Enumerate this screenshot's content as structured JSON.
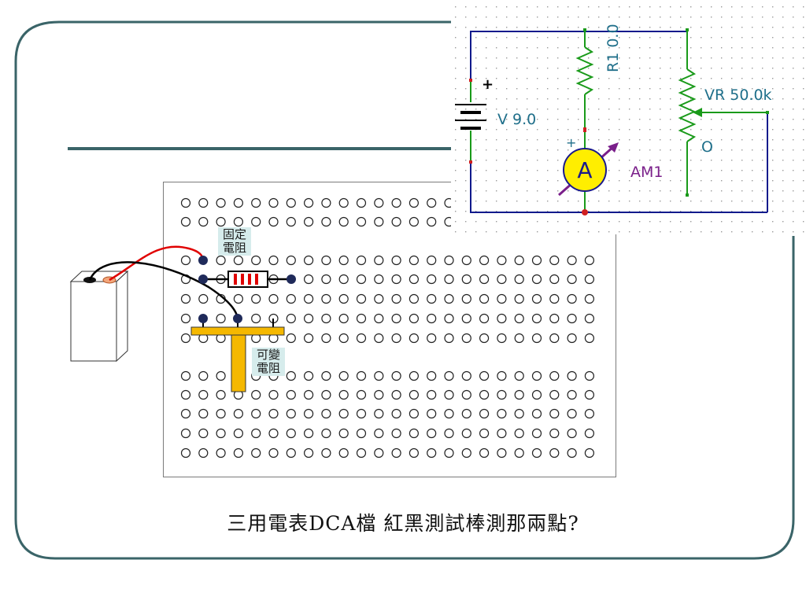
{
  "slide": {
    "question": "三用電表DCA檔 紅黑測試棒測那兩點?"
  },
  "breadboard": {
    "fixed_resistor_label": "固定電阻",
    "variable_resistor_label": "可變電阻",
    "colors": {
      "red_lead": "#e00000",
      "black_lead": "#000000",
      "pot": "#f5b800",
      "hole_node": "#1f2a5a"
    }
  },
  "schematic": {
    "battery_label": "V 9.0",
    "battery_polarity": "+",
    "resistor_label": "R1 0.0",
    "pot_label": "VR 50.0k",
    "pot_wiper_label": "O",
    "ammeter_symbol": "A",
    "ammeter_label": "AM1",
    "ammeter_polarity": "+",
    "colors": {
      "wire": "#0f1a8c",
      "component": "#1a9a1a",
      "label": "#1f6f8a",
      "ammeter_fill": "#ffee00",
      "ammeter_arrow": "#7a1f8a"
    }
  }
}
